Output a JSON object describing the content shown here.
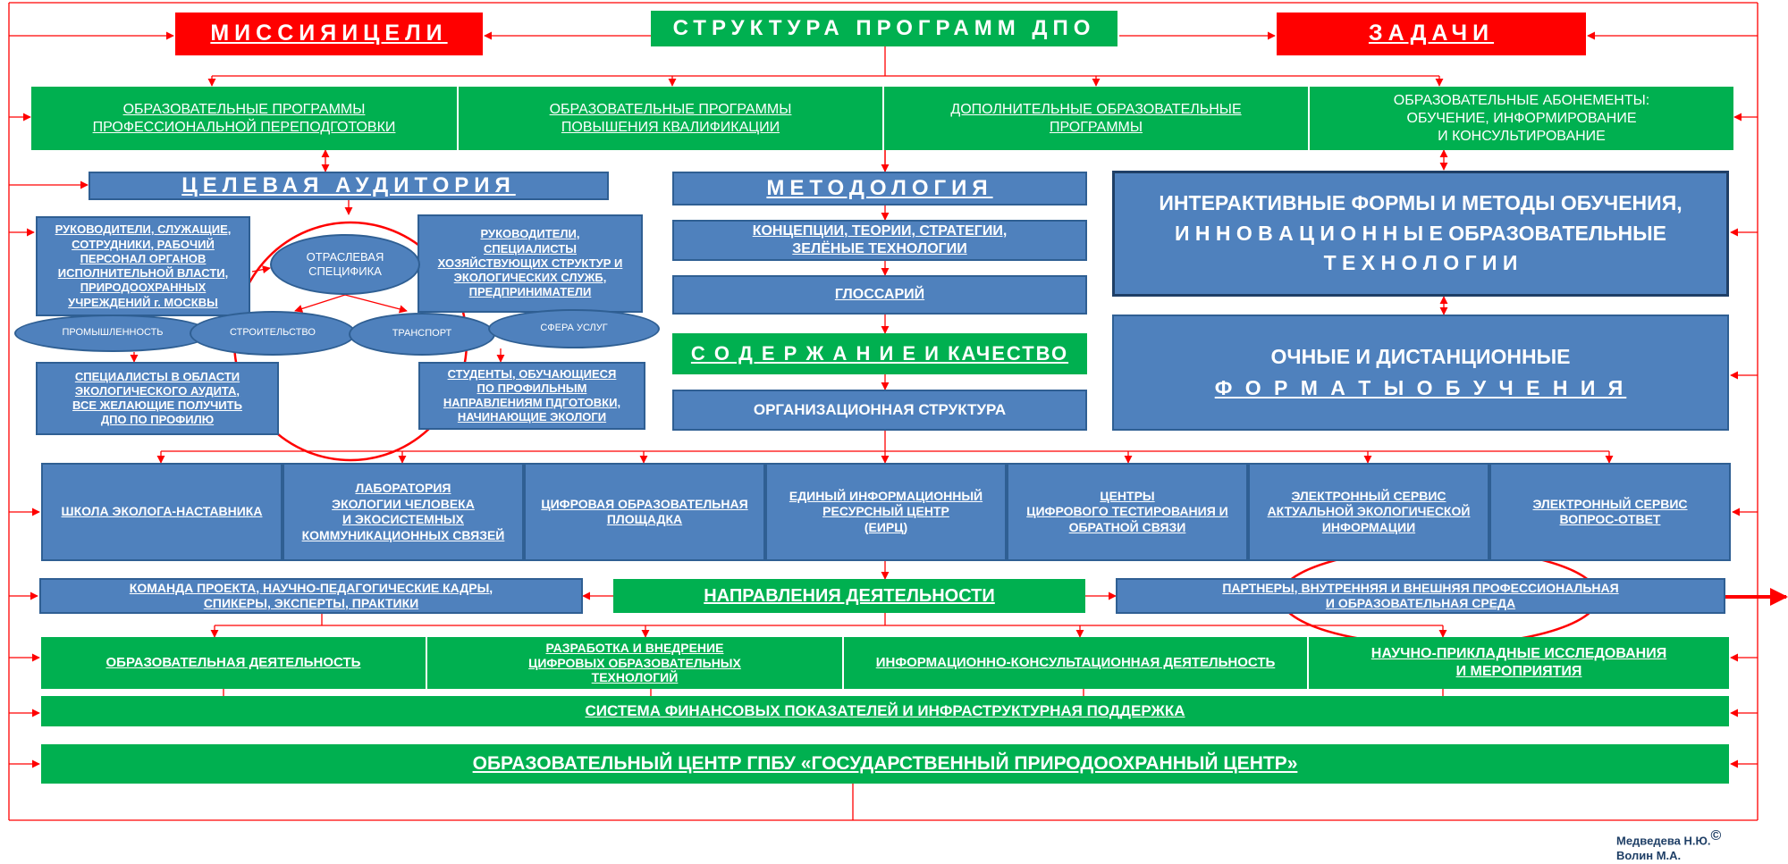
{
  "header": {
    "missions": "МИССИЯИЦЕЛИ",
    "title": "СТРУКТУРА ПРОГРАММ  ДПО",
    "tasks": "ЗАДАЧИ"
  },
  "programs": [
    "ОБРАЗОВАТЕЛЬНЫЕ ПРОГРАММЫ\nПРОФЕССИОНАЛЬНОЙ ПЕРЕПОДГОТОВКИ",
    "ОБРАЗОВАТЕЛЬНЫЕ ПРОГРАММЫ\nПОВЫШЕНИЯ КВАЛИФИКАЦИИ",
    "ДОПОЛНИТЕЛЬНЫЕ ОБРАЗОВАТЕЛЬНЫЕ\nПРОГРАММЫ",
    "ОБРАЗОВАТЕЛЬНЫЕ АБОНЕМЕНТЫ:\nОБУЧЕНИЕ, ИНФОРМИРОВАНИЕ\nИ КОНСУЛЬТИРОВАНИЕ"
  ],
  "audience": {
    "title": "ЦЕЛЕВАЯ АУДИТОРИЯ",
    "group_top_left": "РУКОВОДИТЕЛИ, СЛУЖАЩИЕ,\nСОТРУДНИКИ, РАБОЧИЙ\nПЕРСОНАЛ ОРГАНОВ\nИСПОЛНИТЕЛЬНОЙ ВЛАСТИ,\nПРИРОДООХРАННЫХ\nУЧРЕЖДЕНИЙ г. МОСКВЫ",
    "group_top_right": "РУКОВОДИТЕЛИ,\nСПЕЦИАЛИСТЫ\nХОЗЯЙСТВУЮЩИХ СТРУКТУР  И\nЭКОЛОГИЧЕСКИХ СЛУЖБ,\nПРЕДПРИНИМАТЕЛИ",
    "group_bottom_left": "СПЕЦИАЛИСТЫ В ОБЛАСТИ\nЭКОЛОГИЧЕСКОГО АУДИТА,\nВСЕ ЖЕЛАЮЩИЕ ПОЛУЧИТЬ\nДПО ПО ПРОФИЛЮ",
    "group_bottom_right": "СТУДЕНТЫ, ОБУЧАЮЩИЕСЯ\nПО ПРОФИЛЬНЫМ\nНАПРАВЛЕНИЯМ ПДГОТОВКИ,\nНАЧИНАЮЩИЕ ЭКОЛОГИ",
    "sector_center": "ОТРАСЛЕВАЯ\nСПЕЦИФИКА",
    "sectors": [
      "ПРОМЫШЛЕННОСТЬ",
      "СТРОИТЕЛЬСТВО",
      "ТРАНСПОРТ",
      "СФЕРА УСЛУГ"
    ]
  },
  "methodology": {
    "title": "МЕТОДОЛОГИЯ",
    "concepts": "КОНЦЕПЦИИ, ТЕОРИИ, СТРАТЕГИИ,\nЗЕЛЁНЫЕ ТЕХНОЛОГИИ",
    "glossary": "ГЛОССАРИЙ",
    "content_quality": "С О Д Е Р Ж А Н И Е И КАЧЕСТВО",
    "org_structure": "ОРГАНИЗАЦИОННАЯ СТРУКТУРА"
  },
  "right_panel": {
    "interactive": "ИНТЕРАКТИВНЫЕ ФОРМЫ И МЕТОДЫ ОБУЧЕНИЯ,\nИ Н Н О В А Ц И О Н Н Ы Е  ОБРАЗОВАТЕЛЬНЫЕ\nТ Е Х Н О Л О Г И И",
    "formats_line1": "ОЧНЫЕ И ДИСТАНЦИОННЫЕ",
    "formats_line2": "Ф О Р М А Т Ы  О Б У Ч Е Н И Я"
  },
  "services": [
    "ШКОЛА ЭКОЛОГА-НАСТАВНИКА",
    "ЛАБОРАТОРИЯ\nЭКОЛОГИИ ЧЕЛОВЕКА\nИ ЭКОСИСТЕМНЫХ\nКОММУНИКАЦИОННЫХ СВЯЗЕЙ",
    "ЦИФРОВАЯ ОБРАЗОВАТЕЛЬНАЯ\nПЛОЩАДКА",
    "ЕДИНЫЙ ИНФОРМАЦИОННЫЙ\nРЕСУРСНЫЙ ЦЕНТР\n(ЕИРЦ)",
    "ЦЕНТРЫ\nЦИФРОВОГО ТЕСТИРОВАНИЯ И\nОБРАТНОЙ СВЯЗИ",
    "ЭЛЕКТРОННЫЙ СЕРВИС\nАКТУАЛЬНОЙ ЭКОЛОГИЧЕСКОЙ\nИНФОРМАЦИИ",
    "ЭЛЕКТРОННЫЙ СЕРВИС\nВОПРОС-ОТВЕТ"
  ],
  "middle_row": {
    "team": "КОМАНДА ПРОЕКТА, НАУЧНО-ПЕДАГОГИЧЕСКИЕ КАДРЫ,\nСПИКЕРЫ, ЭКСПЕРТЫ, ПРАКТИКИ",
    "directions": "НАПРАВЛЕНИЯ ДЕЯТЕЛЬНОСТИ",
    "partners": "ПАРТНЕРЫ, ВНУТРЕННЯЯ И ВНЕШНЯЯ ПРОФЕССИОНАЛЬНАЯ\nИ ОБРАЗОВАТЕЛЬНАЯ СРЕДА"
  },
  "activities": [
    "ОБРАЗОВАТЕЛЬНАЯ ДЕЯТЕЛЬНОСТЬ",
    "РАЗРАБОТКА И ВНЕДРЕНИЕ\nЦИФРОВЫХ ОБРАЗОВАТЕЛЬНЫХ\nТЕХНОЛОГИЙ",
    "ИНФОРМАЦИОННО-КОНСУЛЬТАЦИОННАЯ ДЕЯТЕЛЬНОСТЬ",
    "НАУЧНО-ПРИКЛАДНЫЕ ИССЛЕДОВАНИЯ\nИ МЕРОПРИЯТИЯ"
  ],
  "finance": "СИСТЕМА ФИНАНСОВЫХ ПОКАЗАТЕЛЕЙ И ИНФРАСТРУКТУРНАЯ ПОДДЕРЖКА",
  "center": "ОБРАЗОВАТЕЛЬНЫЙ ЦЕНТР ГПБУ «ГОСУДАРСТВЕННЫЙ ПРИРОДООХРАННЫЙ ЦЕНТР»",
  "authors": {
    "line1": "Медведева Н.Ю.",
    "copyright": "©",
    "line2": "Волин М.А."
  },
  "colors": {
    "red": "#ff0000",
    "green": "#00b050",
    "blue": "#4f81bd",
    "connector": "#ff0000"
  }
}
